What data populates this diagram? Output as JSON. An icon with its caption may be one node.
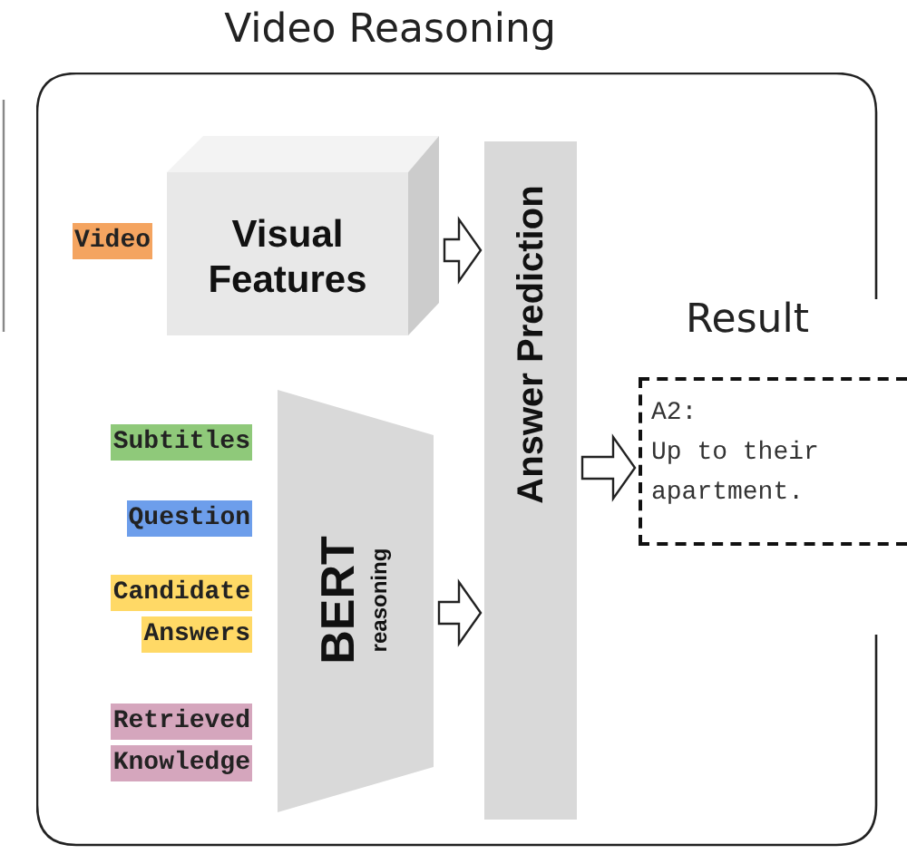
{
  "diagram": {
    "nodes": [
      {
        "text": [
          "Video Reasoning"
        ]
      },
      {
        "text": [
          "Video"
        ],
        "in": 0
      },
      {
        "text": [
          "Visual Features"
        ],
        "in": 0
      },
      {
        "text": [
          "Subtitles"
        ],
        "in": 0
      },
      {
        "text": [
          "Question"
        ],
        "in": 0
      },
      {
        "text": [
          "Candidate Answers"
        ],
        "in": 0
      },
      {
        "text": [
          "Retrieved Knowledge"
        ],
        "in": 0
      },
      {
        "text": [
          "BERT",
          "reasoning"
        ],
        "in": 0
      },
      {
        "text": [
          "Answer Prediction"
        ],
        "in": 0
      },
      {
        "text": [
          "A2:",
          "Up to their apartment."
        ]
      }
    ],
    "edges": [
      {
        "from": 2,
        "to": 8,
        "arrow": "to"
      },
      {
        "from": 7,
        "to": 8,
        "arrow": "to"
      },
      {
        "from": 8,
        "to": 9,
        "arrow": "to"
      }
    ],
    "labels": [
      "Result"
    ]
  }
}
